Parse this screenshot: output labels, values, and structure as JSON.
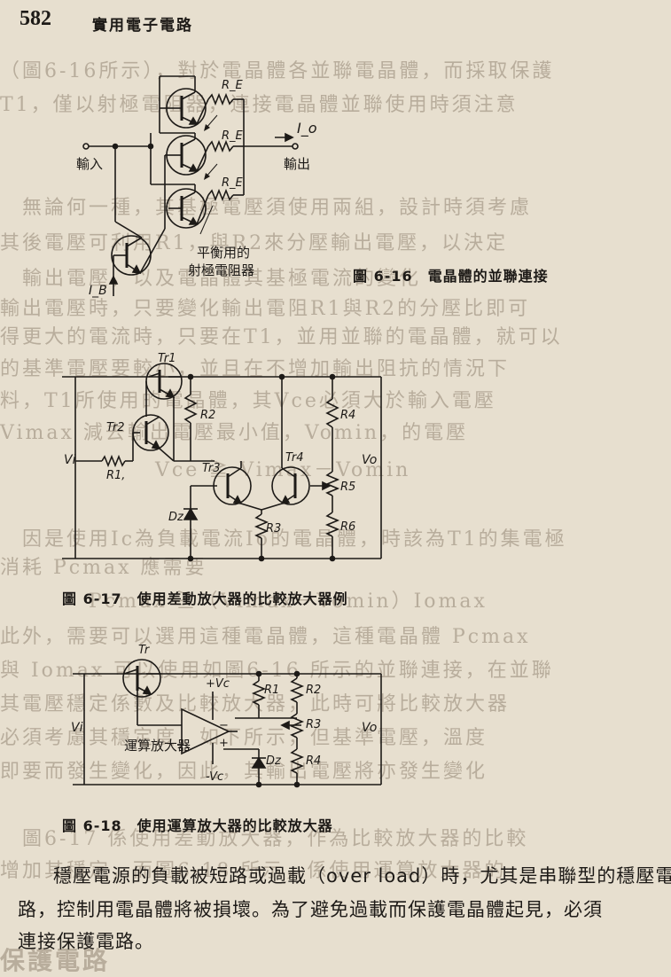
{
  "header": {
    "page_number": "582",
    "title": "實用電子電路"
  },
  "fig16": {
    "caption": "圖 6-16　電晶體的並聯連接",
    "labels": {
      "re1": "R_E",
      "re2": "R_E",
      "re3": "R_E",
      "io": "I_o",
      "input": "輸入",
      "output": "輸出",
      "balance1": "平衡用的",
      "balance2": "射極電阻器",
      "ib": "I_B"
    }
  },
  "fig17": {
    "caption": "圖 6-17　使用差動放大器的比較放大器例",
    "labels": {
      "tr1": "Tr1",
      "tr2": "Tr2",
      "tr3": "Tr3",
      "tr4": "Tr4",
      "r1": "R1,",
      "r2": "R2",
      "r3": "R3",
      "r4": "R4",
      "r5": "R5",
      "r6": "R6",
      "vi": "Vi",
      "vo": "Vo",
      "dz": "Dz"
    }
  },
  "fig18": {
    "caption": "圖 6-18　使用運算放大器的比較放大器",
    "labels": {
      "tr": "Tr",
      "vc_pos": "+Vc",
      "vc_neg": "-Vc",
      "r1": "R1",
      "r2": "R2",
      "r3": "R3",
      "r4": "R4",
      "vi": "Vi",
      "vo": "Vo",
      "opamp": "運算放大器",
      "dz": "Dz"
    }
  },
  "body": {
    "line1": "穩壓電源的負載被短路或過載（over load）時，尤其是串聯型的穩壓電",
    "line2": "路，控制用電晶體將被損壞。為了避免過載而保護電晶體起見，必須",
    "line3": "連接保護電路。"
  }
}
